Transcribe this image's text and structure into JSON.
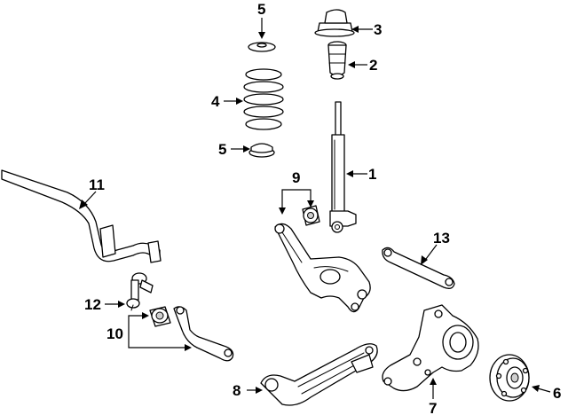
{
  "callouts": {
    "c1": "1",
    "c2": "2",
    "c3": "3",
    "c4": "4",
    "c5_top": "5",
    "c5_lower": "5",
    "c6": "6",
    "c7": "7",
    "c8": "8",
    "c9": "9",
    "c10": "10",
    "c11": "11",
    "c12": "12",
    "c13": "13"
  },
  "colors": {
    "line": "#000000",
    "background": "#ffffff",
    "shade": "#cfcfcf"
  }
}
